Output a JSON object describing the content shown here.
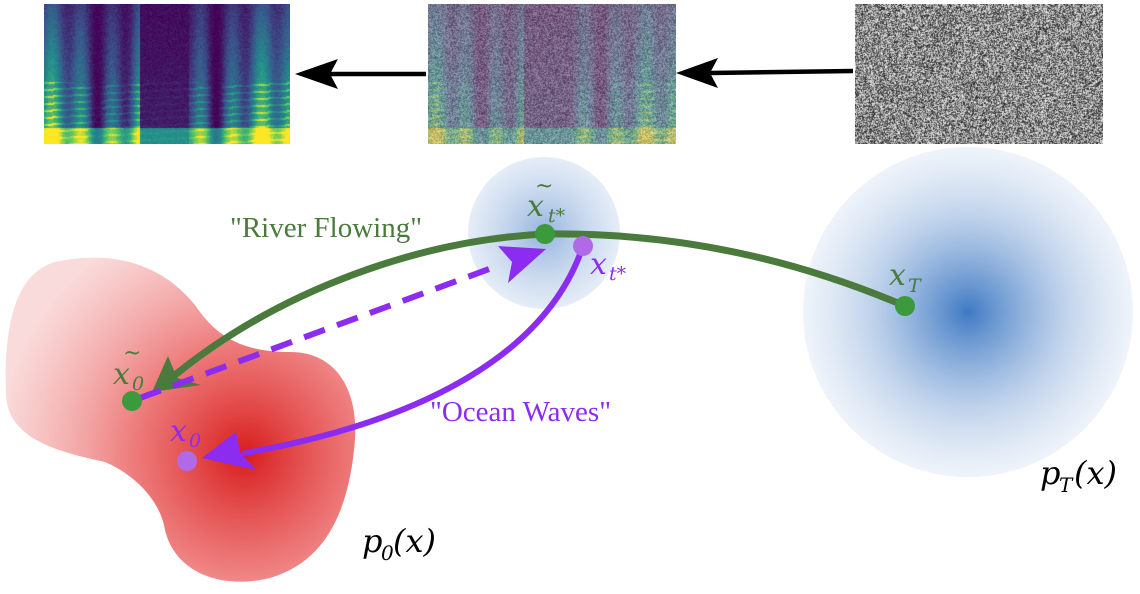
{
  "prompts": {
    "river": "\"River Flowing\"",
    "ocean": "\"Ocean Waves\""
  },
  "points": {
    "x0_tilde": {
      "base": "x",
      "sub": "0"
    },
    "x0": {
      "base": "x",
      "sub": "0"
    },
    "xt_tilde": {
      "base": "x",
      "sub": "t*"
    },
    "xt": {
      "base": "x",
      "sub": "t*"
    },
    "xT": {
      "base": "x",
      "sub": "T"
    }
  },
  "distributions": {
    "p0": {
      "base": "p",
      "sub": "0",
      "arg": "(x)"
    },
    "pT": {
      "base": "p",
      "sub": "T",
      "arg": "(x)"
    }
  },
  "colors": {
    "green_path": "#4a7a3c",
    "green_point": "#3c9a3c",
    "purple_path": "#8b2cf0",
    "purple_point": "#b06ae8",
    "red_region": "#e03030",
    "blue_region": "#4a7fc4",
    "arrow": "#000000"
  }
}
